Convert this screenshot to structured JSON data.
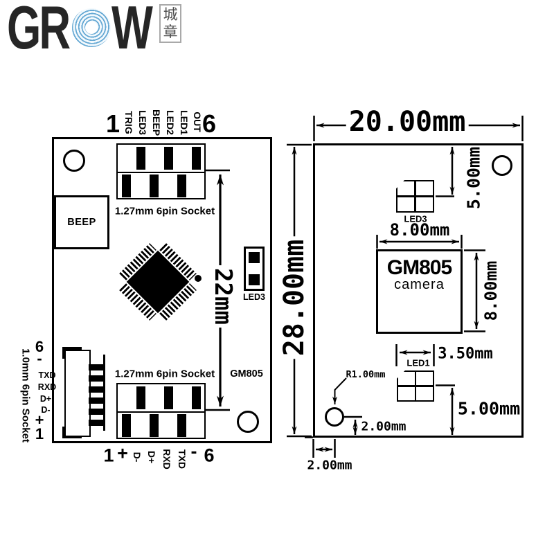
{
  "logo": {
    "gr": "GR",
    "w": "W",
    "seal": "城章"
  },
  "left_board": {
    "top_pin_first": "1",
    "top_pin_last": "6",
    "top_labels": [
      "TRIG",
      "LED3",
      "BEEP",
      "LED2",
      "LED1",
      "OUT"
    ],
    "top_caption": "1.27mm 6pin Socket",
    "beep_label": "BEEP",
    "led3_label": "LED3",
    "model_label": "GM805",
    "dim_socket_span": "22mm",
    "bottom_caption": "1.27mm 6pin Socket",
    "bottom_pin_first": "1",
    "bottom_pin_last": "6",
    "bottom_labels": [
      "+",
      "D-",
      "D+",
      "RXD",
      "TXD",
      "-"
    ],
    "left_pin_top": "6",
    "left_pin_bottom": "1",
    "left_labels": [
      "-",
      "TXD",
      "RXD",
      "D+",
      "D-",
      "+"
    ],
    "left_caption": "1.0mm 6pin Socket"
  },
  "right_board": {
    "dim_width": "20.00mm",
    "dim_height": "28.00mm",
    "dim_led3_offset": "5.00mm",
    "dim_camera_width": "8.00mm",
    "dim_camera_height": "8.00mm",
    "dim_led1_width": "3.50mm",
    "dim_led1_offset": "5.00mm",
    "dim_hole_radius": "R1.00mm",
    "dim_hole_offset_y": "2.00mm",
    "dim_hole_offset_x": "2.00mm",
    "led3_label": "LED3",
    "led1_label": "LED1",
    "camera_title": "GM805",
    "camera_subtitle": "camera"
  }
}
